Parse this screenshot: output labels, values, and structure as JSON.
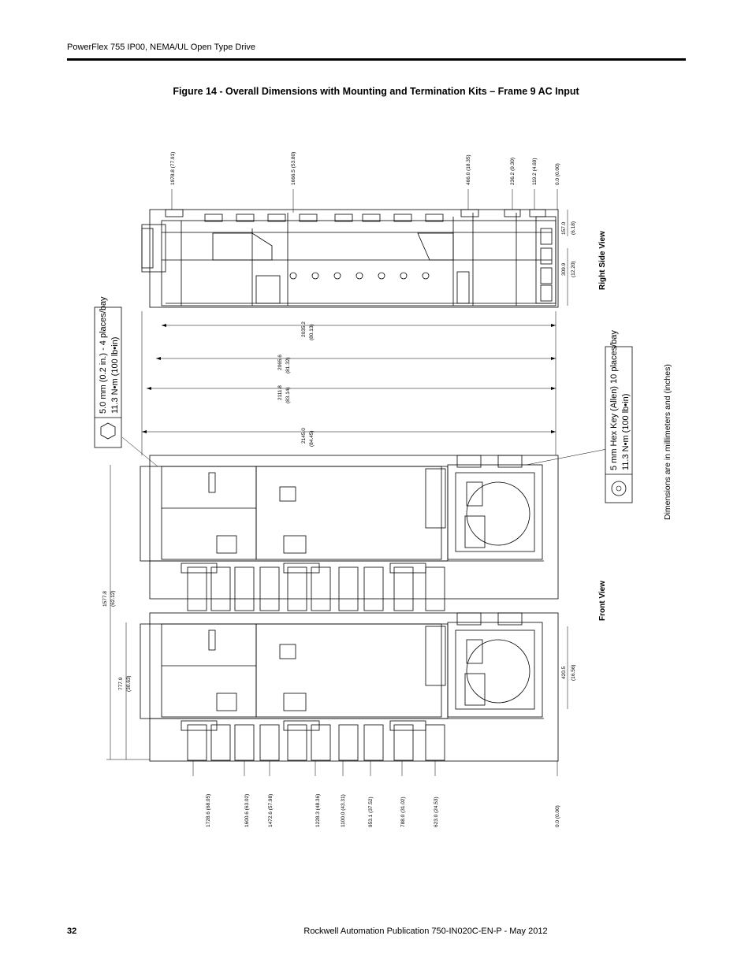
{
  "header": {
    "running_title": "PowerFlex 755 IP00, NEMA/UL Open Type Drive"
  },
  "figure": {
    "title": "Figure 14 - Overall Dimensions with Mounting and Termination Kits – Frame 9 AC Input",
    "torque_note_1": {
      "line1": "5.0 mm (0.2 in.) - 4 places/bay",
      "line2": "11.3 N•m (100 lb•in)"
    },
    "torque_note_2": {
      "line1": "5 mm Hex Key (Allen) 10 places/bay",
      "line2": "11.3 N•m (100 lb•in)"
    },
    "right_side_view_label": "Right Side View",
    "front_view_label": "Front View",
    "units_note": "Dimensions are in millimeters and (inches)",
    "top_dims": [
      "1978.8 (77.91)",
      "1666.5 (53.80)",
      "466.0 (18.35)",
      "236.2 (9.30)",
      "119.2 (4.69)",
      "0.0 (0.00)"
    ],
    "bottom_dims": [
      "1728.6 (68.05)",
      "1600.6 (63.02)",
      "1472.6 (57.98)",
      "1228.3 (48.36)",
      "1100.0 (43.31)",
      "953.1 (37.52)",
      "788.0 (31.02)",
      "623.0 (24.53)",
      "0.0 (0.00)"
    ],
    "length_dims": [
      {
        "value": "2035.2",
        "sub": "(80.13)"
      },
      {
        "value": "2065.6",
        "sub": "(81.32)"
      },
      {
        "value": "2111.8",
        "sub": "(83.14)"
      },
      {
        "value": "2145.0",
        "sub": "(84.45)"
      }
    ],
    "side_dims": [
      {
        "value": "157.0",
        "sub": "(6.18)"
      },
      {
        "value": "309.9",
        "sub": "(12.20)"
      }
    ],
    "front_left_dims": [
      {
        "value": "1577.8",
        "sub": "(62.12)"
      },
      {
        "value": "777.9",
        "sub": "(30.63)"
      }
    ],
    "front_right_dim": {
      "value": "420.5",
      "sub": "(16.56)"
    }
  },
  "footer": {
    "page_number": "32",
    "publication": "Rockwell Automation Publication 750-IN020C-EN-P - May 2012"
  }
}
